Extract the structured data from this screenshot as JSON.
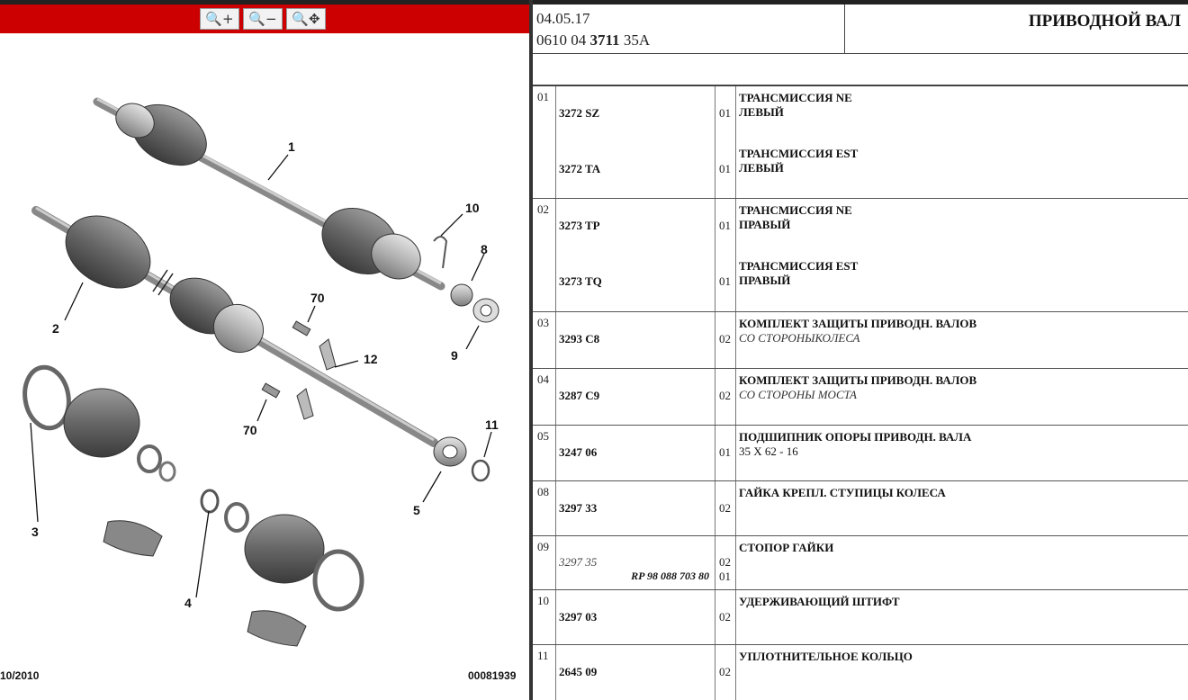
{
  "toolbar": {
    "buttons": [
      {
        "name": "zoom-in",
        "label": "🔍+"
      },
      {
        "name": "zoom-out",
        "label": "🔍−"
      },
      {
        "name": "zoom-pan",
        "label": "🔍✥"
      }
    ]
  },
  "diagram": {
    "callouts": [
      "1",
      "2",
      "3",
      "4",
      "5",
      "8",
      "9",
      "10",
      "11",
      "12",
      "70",
      "70"
    ],
    "footer_left": "10/2010",
    "footer_right": "00081939"
  },
  "header": {
    "date": "04.05.17",
    "code_pre": "0610 04 ",
    "code_bold": "3711",
    "code_post": " 35A",
    "title": "ПРИВОДНОЙ ВАЛ"
  },
  "rows": [
    {
      "num": "01",
      "entries": [
        {
          "part": "3272 SZ",
          "qty": "01",
          "desc": "ТРАНСМИССИЯ NE",
          "sub": "ЛЕВЫЙ"
        },
        {
          "part": "3272 TA",
          "qty": "01",
          "desc": "ТРАНСМИССИЯ EST",
          "sub": "ЛЕВЫЙ"
        }
      ]
    },
    {
      "num": "02",
      "entries": [
        {
          "part": "3273 TP",
          "qty": "01",
          "desc": "ТРАНСМИССИЯ NE",
          "sub": "ПРАВЫЙ"
        },
        {
          "part": "3273 TQ",
          "qty": "01",
          "desc": "ТРАНСМИССИЯ EST",
          "sub": "ПРАВЫЙ"
        }
      ]
    },
    {
      "num": "03",
      "part": "3293 C8",
      "qty": "02",
      "desc": "КОМПЛЕКТ ЗАЩИТЫ ПРИВОДН. ВАЛОВ",
      "sub": "СО СТОРОНЫКОЛЕСА"
    },
    {
      "num": "04",
      "part": "3287 C9",
      "qty": "02",
      "desc": "КОМПЛЕКТ ЗАЩИТЫ ПРИВОДН. ВАЛОВ",
      "sub": "СО СТОРОНЫ МОСТА"
    },
    {
      "num": "05",
      "part": "3247 06",
      "qty": "01",
      "desc": "ПОДШИПНИК ОПОРЫ ПРИВОДН. ВАЛА",
      "sub": "35 X 62 - 16"
    },
    {
      "num": "08",
      "part": "3297 33",
      "qty": "02",
      "desc": "ГАЙКА КРЕПЛ. СТУПИЦЫ КОЛЕСА"
    },
    {
      "num": "09",
      "part": "3297 35",
      "qty": "02",
      "ref": "RP 98 088 703 80",
      "ref_qty": "01",
      "desc": "СТОПОР ГАЙКИ"
    },
    {
      "num": "10",
      "part": "3297 03",
      "qty": "02",
      "desc": "УДЕРЖИВАЮЩИЙ ШТИФТ"
    },
    {
      "num": "11",
      "part": "2645 09",
      "qty": "02",
      "desc": "УПЛОТНИТЕЛЬНОЕ КОЛЬЦО"
    }
  ]
}
